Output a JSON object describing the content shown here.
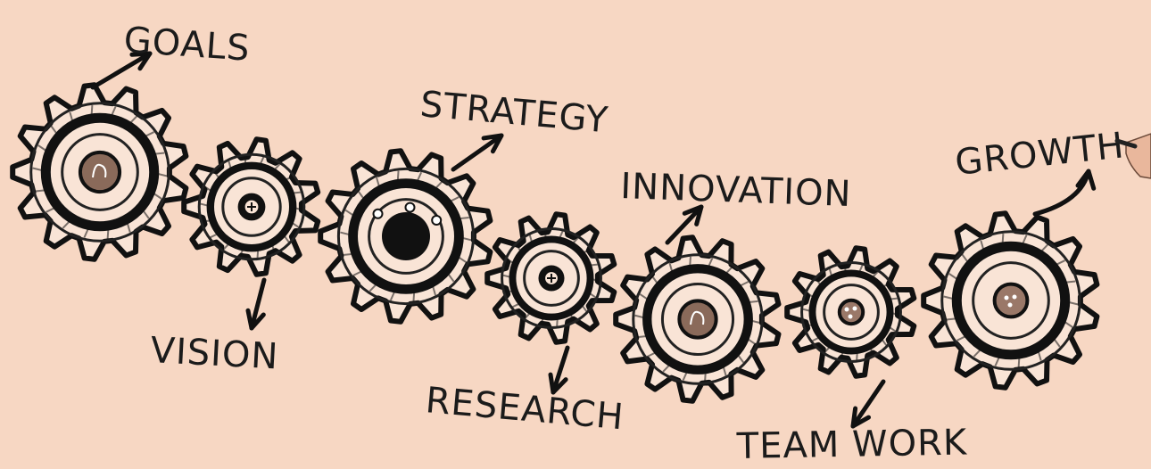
{
  "background_color": "#f7d7c3",
  "ink_color": "#111111",
  "gear_fill_color": "#f9e4d6",
  "labels": {
    "goals": "GOALS",
    "vision": "VISION",
    "strategy": "STRATEGY",
    "research": "RESEARCH",
    "innovation": "INNOVATION",
    "team_work": "TEAM WORK",
    "growth": "GROWTH"
  },
  "gears": [
    {
      "id": "goals",
      "center": "swirl"
    },
    {
      "id": "vision",
      "center": "cross"
    },
    {
      "id": "strategy",
      "center": "solid"
    },
    {
      "id": "research",
      "center": "cross"
    },
    {
      "id": "innovation",
      "center": "swirl"
    },
    {
      "id": "team-work",
      "center": "dots"
    },
    {
      "id": "growth",
      "center": "dots"
    }
  ]
}
